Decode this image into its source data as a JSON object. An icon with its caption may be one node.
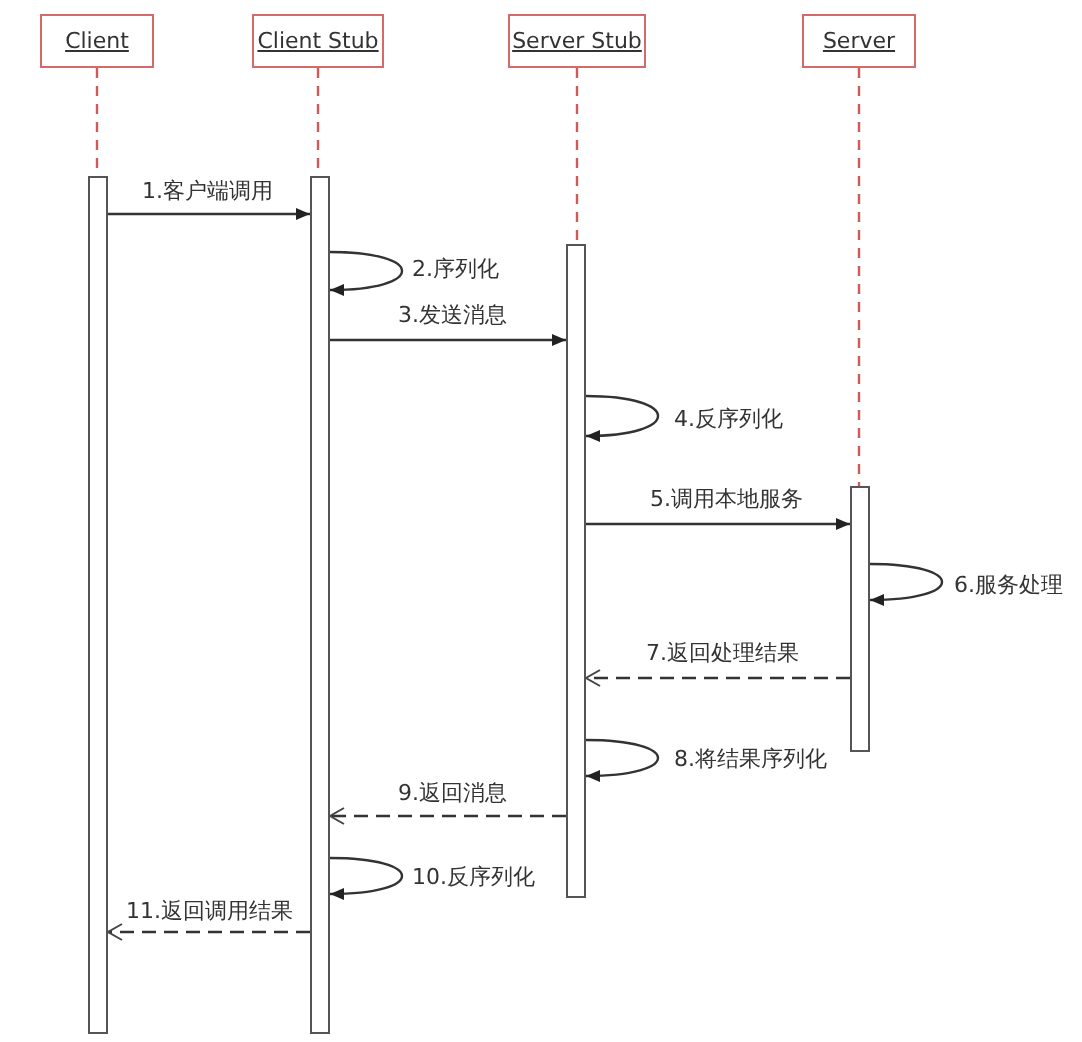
{
  "diagram": {
    "nodes": [
      {
        "text": [
          "Client"
        ]
      },
      {
        "text": [
          "Client Stub"
        ]
      },
      {
        "text": [
          "Server Stub"
        ]
      },
      {
        "text": [
          "Server"
        ]
      },
      {
        "text": [],
        "shape": "bar"
      },
      {
        "text": [],
        "shape": "bar"
      },
      {
        "text": [],
        "shape": "bar"
      },
      {
        "text": [],
        "shape": "bar"
      }
    ],
    "edges": [
      {
        "from": 0,
        "to": 4,
        "arrow": "none",
        "style": "dashed",
        "color": "#d05a5a"
      },
      {
        "from": 1,
        "to": 5,
        "arrow": "none",
        "style": "dashed",
        "color": "#d05a5a"
      },
      {
        "from": 2,
        "to": 6,
        "arrow": "none",
        "style": "dashed",
        "color": "#d05a5a"
      },
      {
        "from": 3,
        "to": 7,
        "arrow": "none",
        "style": "dashed",
        "color": "#d05a5a"
      },
      {
        "from": 4,
        "to": 5,
        "arrow": "to",
        "label": "1.客户端调用"
      },
      {
        "from": 5,
        "to": 5,
        "arrow": "to",
        "label": "2.序列化"
      },
      {
        "from": 5,
        "to": 6,
        "arrow": "to",
        "label": "3.发送消息"
      },
      {
        "from": 6,
        "to": 6,
        "arrow": "to",
        "label": "4.反序列化"
      },
      {
        "from": 6,
        "to": 7,
        "arrow": "to",
        "label": "5.调用本地服务"
      },
      {
        "from": 7,
        "to": 7,
        "arrow": "to",
        "label": "6.服务处理"
      },
      {
        "from": 7,
        "to": 6,
        "arrow": "to",
        "label": "7.返回处理结果",
        "style": "dashed"
      },
      {
        "from": 6,
        "to": 6,
        "arrow": "to",
        "label": "8.将结果序列化"
      },
      {
        "from": 6,
        "to": 5,
        "arrow": "to",
        "label": "9.返回消息",
        "style": "dashed"
      },
      {
        "from": 5,
        "to": 5,
        "arrow": "to",
        "label": "10.反序列化"
      },
      {
        "from": 5,
        "to": 4,
        "arrow": "to",
        "label": "11.返回调用结果",
        "style": "dashed"
      }
    ]
  }
}
